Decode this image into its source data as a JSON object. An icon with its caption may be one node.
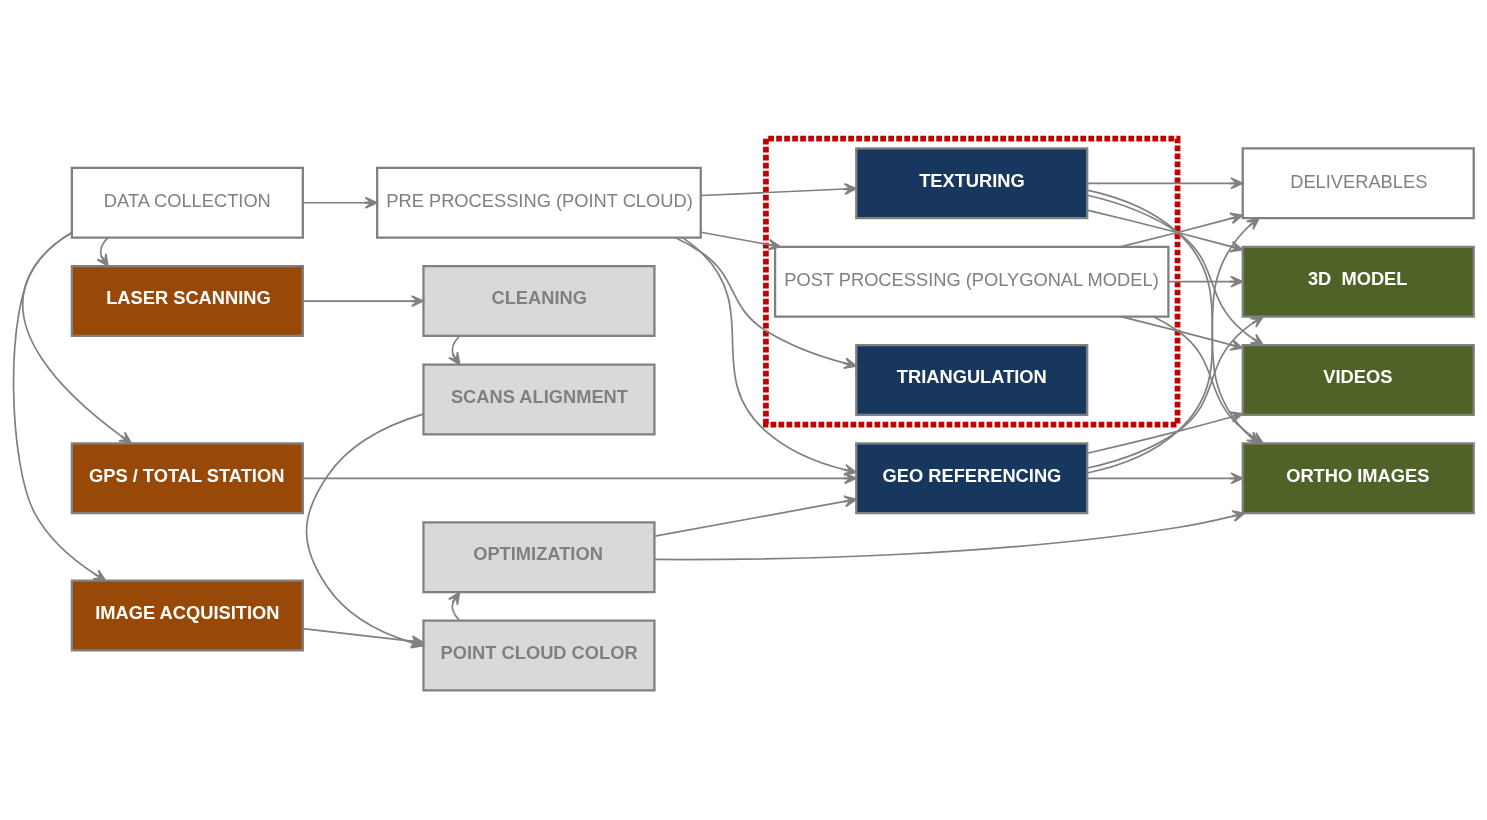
{
  "diagram": {
    "nodes": [
      {
        "text": [
          "DATA COLLECTION"
        ]
      },
      {
        "text": [
          "PRE PROCESSING (POINT CLOUD)"
        ]
      },
      {
        "text": [],
        "shape": "box"
      },
      {
        "text": [
          "POST PROCESSING (POLYGONAL MODEL)"
        ],
        "in": 2
      },
      {
        "text": [
          "DELIVERABLES"
        ]
      },
      {
        "text": [
          "LASER SCANNING"
        ]
      },
      {
        "text": [
          "CLEANING"
        ]
      },
      {
        "text": [
          "TRIANGULATION"
        ],
        "in": 2
      },
      {
        "text": [
          "3D  MODEL"
        ]
      },
      {
        "text": [
          "GPS / TOTAL STATION"
        ]
      },
      {
        "text": [
          "SCANS ALIGNMENT"
        ]
      },
      {
        "text": [
          "VIDEOS"
        ]
      },
      {
        "text": [
          "IMAGE ACQUISITION"
        ]
      },
      {
        "text": [
          "POINT CLOUD COLOR"
        ]
      },
      {
        "text": [
          "TEXTURING"
        ],
        "in": 2
      },
      {
        "text": [
          "OPTIMIZATION"
        ]
      },
      {
        "text": [
          "ORTHO IMAGES"
        ]
      },
      {
        "text": [
          "GEO REFERENCING"
        ]
      }
    ],
    "edges": [
      {
        "from": 0,
        "to": 1,
        "arrow": "to"
      },
      {
        "from": 1,
        "to": 3,
        "arrow": "to"
      },
      {
        "from": 3,
        "to": 4,
        "arrow": "to"
      },
      {
        "from": 0,
        "to": 5,
        "arrow": "to"
      },
      {
        "from": 0,
        "to": 9,
        "arrow": "to"
      },
      {
        "from": 0,
        "to": 12,
        "arrow": "to"
      },
      {
        "from": 5,
        "to": 6,
        "arrow": "to"
      },
      {
        "from": 1,
        "to": 7,
        "arrow": "to"
      },
      {
        "from": 3,
        "to": 8,
        "arrow": "to"
      },
      {
        "from": 3,
        "to": 11,
        "arrow": "to"
      },
      {
        "from": 6,
        "to": 10,
        "arrow": "to"
      },
      {
        "from": 10,
        "to": 13,
        "arrow": "to"
      },
      {
        "from": 12,
        "to": 13,
        "arrow": "to"
      },
      {
        "from": 1,
        "to": 14,
        "arrow": "to"
      },
      {
        "from": 14,
        "to": 4,
        "arrow": "to"
      },
      {
        "from": 14,
        "to": 8,
        "arrow": "to"
      },
      {
        "from": 14,
        "to": 11,
        "arrow": "to"
      },
      {
        "from": 14,
        "to": 16,
        "arrow": "to"
      },
      {
        "from": 13,
        "to": 15,
        "arrow": "to"
      },
      {
        "from": 15,
        "to": 16,
        "arrow": "to"
      },
      {
        "from": 3,
        "to": 16,
        "arrow": "to"
      },
      {
        "from": 9,
        "to": 17,
        "arrow": "to"
      },
      {
        "from": 15,
        "to": 17,
        "arrow": "to"
      },
      {
        "from": 1,
        "to": 17,
        "arrow": "to"
      },
      {
        "from": 17,
        "to": 4,
        "arrow": "to"
      },
      {
        "from": 17,
        "to": 8,
        "arrow": "to"
      },
      {
        "from": 17,
        "to": 11,
        "arrow": "to"
      },
      {
        "from": 17,
        "to": 16,
        "arrow": "to"
      }
    ]
  }
}
